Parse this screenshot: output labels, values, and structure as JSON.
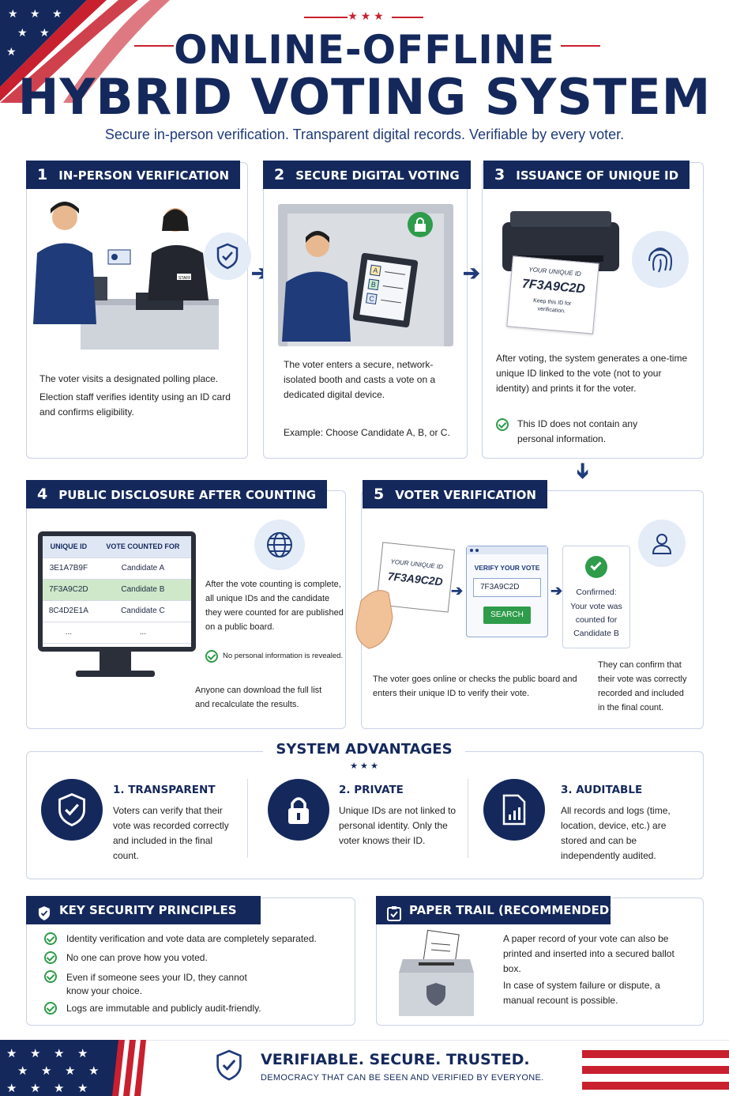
{
  "header": {
    "stars": "★ ★ ★",
    "title_line1": "ONLINE-OFFLINE",
    "title_line2": "HYBRID VOTING SYSTEM",
    "subtitle": "Secure in-person verification. Transparent digital records. Verifiable by every voter."
  },
  "steps": [
    {
      "num": "1",
      "title": "IN-PERSON VERIFICATION",
      "text1": "The voter visits a designated polling place.",
      "text2": "Election staff verifies identity using an ID card and confirms eligibility.",
      "staff_badge": "STAFF"
    },
    {
      "num": "2",
      "title": "SECURE DIGITAL VOTING",
      "text1": "The voter enters a secure, network-isolated booth and casts a vote on a dedicated digital device.",
      "text2": "Example: Choose Candidate A, B, or C.",
      "options": [
        "A",
        "B",
        "C"
      ]
    },
    {
      "num": "3",
      "title": "ISSUANCE OF UNIQUE ID",
      "receipt_label": "YOUR UNIQUE ID",
      "receipt_id": "7F3A9C2D",
      "receipt_note": "Keep this ID for verification.",
      "text1": "After voting, the system generates a one-time unique ID linked to the vote (not to your identity) and prints it for the voter.",
      "note": "This ID does not contain any personal information."
    },
    {
      "num": "4",
      "title": "PUBLIC DISCLOSURE AFTER COUNTING",
      "table_headers": [
        "UNIQUE ID",
        "VOTE COUNTED FOR"
      ],
      "table_rows": [
        [
          "3E1A7B9F",
          "Candidate A"
        ],
        [
          "7F3A9C2D",
          "Candidate B"
        ],
        [
          "8C4D2E1A",
          "Candidate C"
        ],
        [
          "...",
          "..."
        ]
      ],
      "text1": "After the vote counting is complete, all unique IDs and the candidate they were counted for are published on a public board.",
      "note": "No personal information is revealed.",
      "text2": "Anyone can download the full list and recalculate the results."
    },
    {
      "num": "5",
      "title": "VOTER VERIFICATION",
      "card_label": "YOUR UNIQUE ID",
      "card_id": "7F3A9C2D",
      "window_title": "VERIFY YOUR VOTE",
      "input_value": "7F3A9C2D",
      "search_label": "SEARCH",
      "confirm_title": "Confirmed:",
      "confirm_text": "Your vote was counted for Candidate B",
      "text1": "The voter goes online or checks the public board and enters their unique ID to verify their vote.",
      "text2": "They can confirm that their vote was correctly recorded and included in the final count."
    }
  ],
  "advantages": {
    "title": "SYSTEM ADVANTAGES",
    "stars": "★ ★ ★",
    "items": [
      {
        "title": "1. TRANSPARENT",
        "text": "Voters can verify that their vote was recorded correctly and included in the final count.",
        "icon": "shield-check-icon"
      },
      {
        "title": "2. PRIVATE",
        "text": "Unique IDs are not linked to personal identity. Only the voter knows their ID.",
        "icon": "lock-icon"
      },
      {
        "title": "3. AUDITABLE",
        "text": "All records and logs (time, location, device, etc.) are stored and can be independently audited.",
        "icon": "report-icon"
      }
    ]
  },
  "principles": {
    "title": "KEY SECURITY PRINCIPLES",
    "items": [
      "Identity verification and vote data are completely separated.",
      "No one can prove how you voted.",
      "Even if someone sees your ID, they cannot know your choice.",
      "Logs are immutable and publicly audit-friendly."
    ]
  },
  "paper_trail": {
    "title": "PAPER TRAIL (RECOMMENDED)",
    "text1": "A paper record of your vote can also be printed and inserted into a secured ballot box.",
    "text2": "In case of system failure or dispute, a manual recount is possible."
  },
  "footer": {
    "title": "VERIFIABLE. SECURE. TRUSTED.",
    "subtitle": "DEMOCRACY THAT CAN BE SEEN AND VERIFIED BY EVERYONE."
  },
  "colors": {
    "navy": "#14285c",
    "red": "#c8202f",
    "green": "#2e9c4a",
    "light_blue": "#e4ecf8"
  }
}
